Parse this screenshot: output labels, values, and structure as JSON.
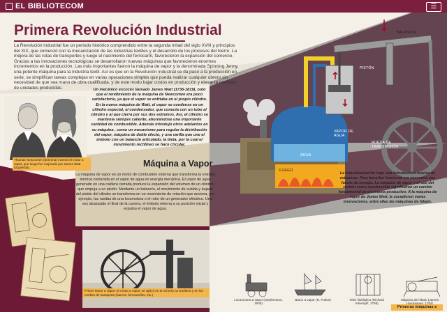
{
  "header": {
    "logo_text": "EL BIBLIOTECOM"
  },
  "title": "Primera Revolución Industrial",
  "intro": "La Revolución industrial fue un periodo histórico comprendido entre la segunda mitad del siglo XVIII y principios del XIX, que comenzó con la mecanización de las industrias textiles y el desarrollo de los procesos del hierro. La mejora de las rutas de transportes y luego el nacimiento del ferrocarril, favorecieron la expansión del comercio. Gracias a las innovaciones tecnológicas se desarrollaron nuevas máquinas que favorecieron enormes incrementos en la producción. Las más importantes fueron la máquina de vapor y la denominada Spinning Jenny, una potente máquina para la industria textil. Así es que en la Revolución industrial se da paso a la producción en serie, se simplifican tareas complejas en varias operaciones simples que pueda realizar cualquier obrero sin necesidad de que sea mano de obra cualificada, y de este modo bajar costos en producción y elevar la cantidad de unidades producidas.",
  "quote1": "Un mecánico escocés llamado James Watt (1736-1819), notó que el rendimiento de la máquina de Newcomen era poco satisfactorio, ya que el vapor se enfriaba en el propio cilindro. En la nueva máquina de Watt, el vapor se condense en un cilindro especial, el condensador, que conecta con un tubo al cilindro y al que cierra por sus dos extremos. Así, el cilindro se mantenía siempre caliente, ahorrándose una importante cantidad de combustible. Además introdujo otros adelantos en su máquina , como un mecanismo para regular la distribución del vapor, máquina de doble efecto, y una varilla que une el émbolo con un balancín articulado, la biela, por la cual el movimiento rectilíneo se hace circular.",
  "portrait_caption": "Thomas Newcomen (derecha) inventó el motor a vapor, que luego fue mejorado por James Watt (izquierda).",
  "section": {
    "title": "Máquina a Vapor",
    "body": "La máquina de vapor es un motor de combustión externa que transforma la energía térmica contenida en el vapor de agua en energía mecánica. El vapor de agua generado en una caldera cerrada produce la expansión del volumen de un cilindro, que empuja a un pistón. Mediante un balancín, el movimiento de subida y bajada del pistón del cilindro se transforma en un movimiento de rotación que acciona, por ejemplo, las ruedas de una locomotora o el rotor de un generador eléctrico. Una vez alcanzado el final de la carrera, el émbolo retorna a su posición inicial y expulsa el vapor de agua."
  },
  "engine_caption": "Primer Motor a Vapor. El motor a vapor, se aplicó en la minería, la textilería y en los medios de transporte (barcos, ferrocarriles, etc.)",
  "diagram_labels": {
    "balancin": "BALANCÍN",
    "piston": "PISTÓN",
    "vapor_agua": "VAPOR DE AGUA",
    "agua": "AGUA",
    "rueda": "RUEDA DE TRANSMISIÓN",
    "fuego": "FUEGO"
  },
  "quote2": "La industrialización trajo una introducción masiva de máquinas. Para hacerlas funcionar era necesaria una fuente de energía. La máquina de vapor y el uso del carbón como combustible significaron un cambio fundamental en el sistema productivo. A la máquina de vapor de James Watt, le sucedieron varias innovaciones, entre ellas las máquinas de hilado.",
  "machines": [
    {
      "label": "Locomotora a vapor (Stephenson, 1830)",
      "icon": "locomotive-icon"
    },
    {
      "label": "Barco a vapor (R. Fulton)",
      "icon": "steamship-icon"
    },
    {
      "label": "Telar hidráulico (Richard Arkwright, 1769)",
      "icon": "loom-icon"
    },
    {
      "label": "Máquina de hilado (James Hargreaves, 1764)",
      "icon": "spinning-jenny-icon"
    }
  ],
  "machines_tag": "Primeras máquinas a vapor.",
  "colors": {
    "maroon": "#7a1f3d",
    "orange": "#f4b54b",
    "gray": "#9a9a9a"
  }
}
